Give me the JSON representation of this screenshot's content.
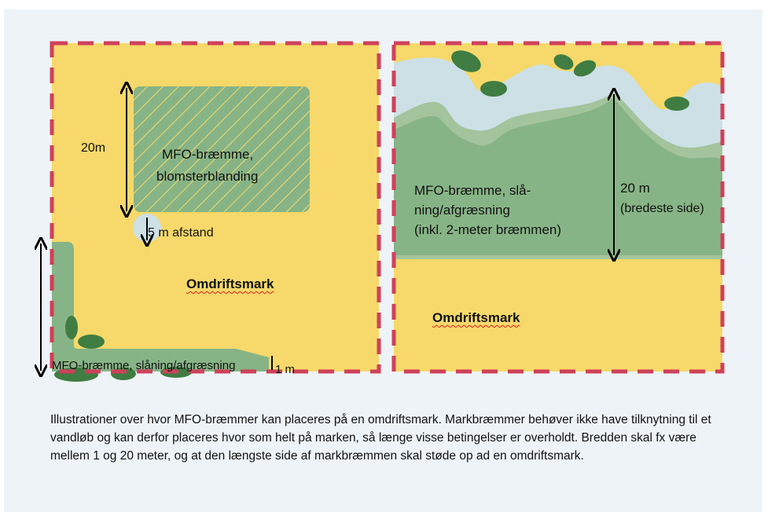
{
  "left_panel": {
    "strip_label": "MFO-bræmme, blomsterblanding",
    "strip_label_line1": "MFO-bræmme,",
    "strip_label_line2": "blomsterblanding",
    "height_label": "20m",
    "distance_label": "5 m afstand",
    "field_label": "Omdriftsmark",
    "border_label": "MFO-bræmme, slåning/afgræsning",
    "width_label": "1 m"
  },
  "right_panel": {
    "strip_line1": "MFO-bræmme, slå-",
    "strip_line2": "ning/afgræsning",
    "strip_line3": "(inkl. 2-meter bræmmen)",
    "height_label": "20 m",
    "height_note": "(bredeste side)",
    "field_label": "Omdriftsmark"
  },
  "caption": "Illustrationer over hvor MFO-bræmmer kan placeres på en omdriftsmark. Markbræmmer behøver ikke have tilknytning til et vandløb og kan derfor placeres hvor som helt på marken, så længe visse betingelser er overholdt. Bredden skal fx være mellem 1 og 20 meter, og at den længste side af markbræmmen skal støde op ad en omdriftsmark.",
  "colors": {
    "field": "#f6d96a",
    "strip": "#87b486",
    "bush": "#3f7d42",
    "water": "#cde0e6",
    "border": "#d0405a"
  }
}
